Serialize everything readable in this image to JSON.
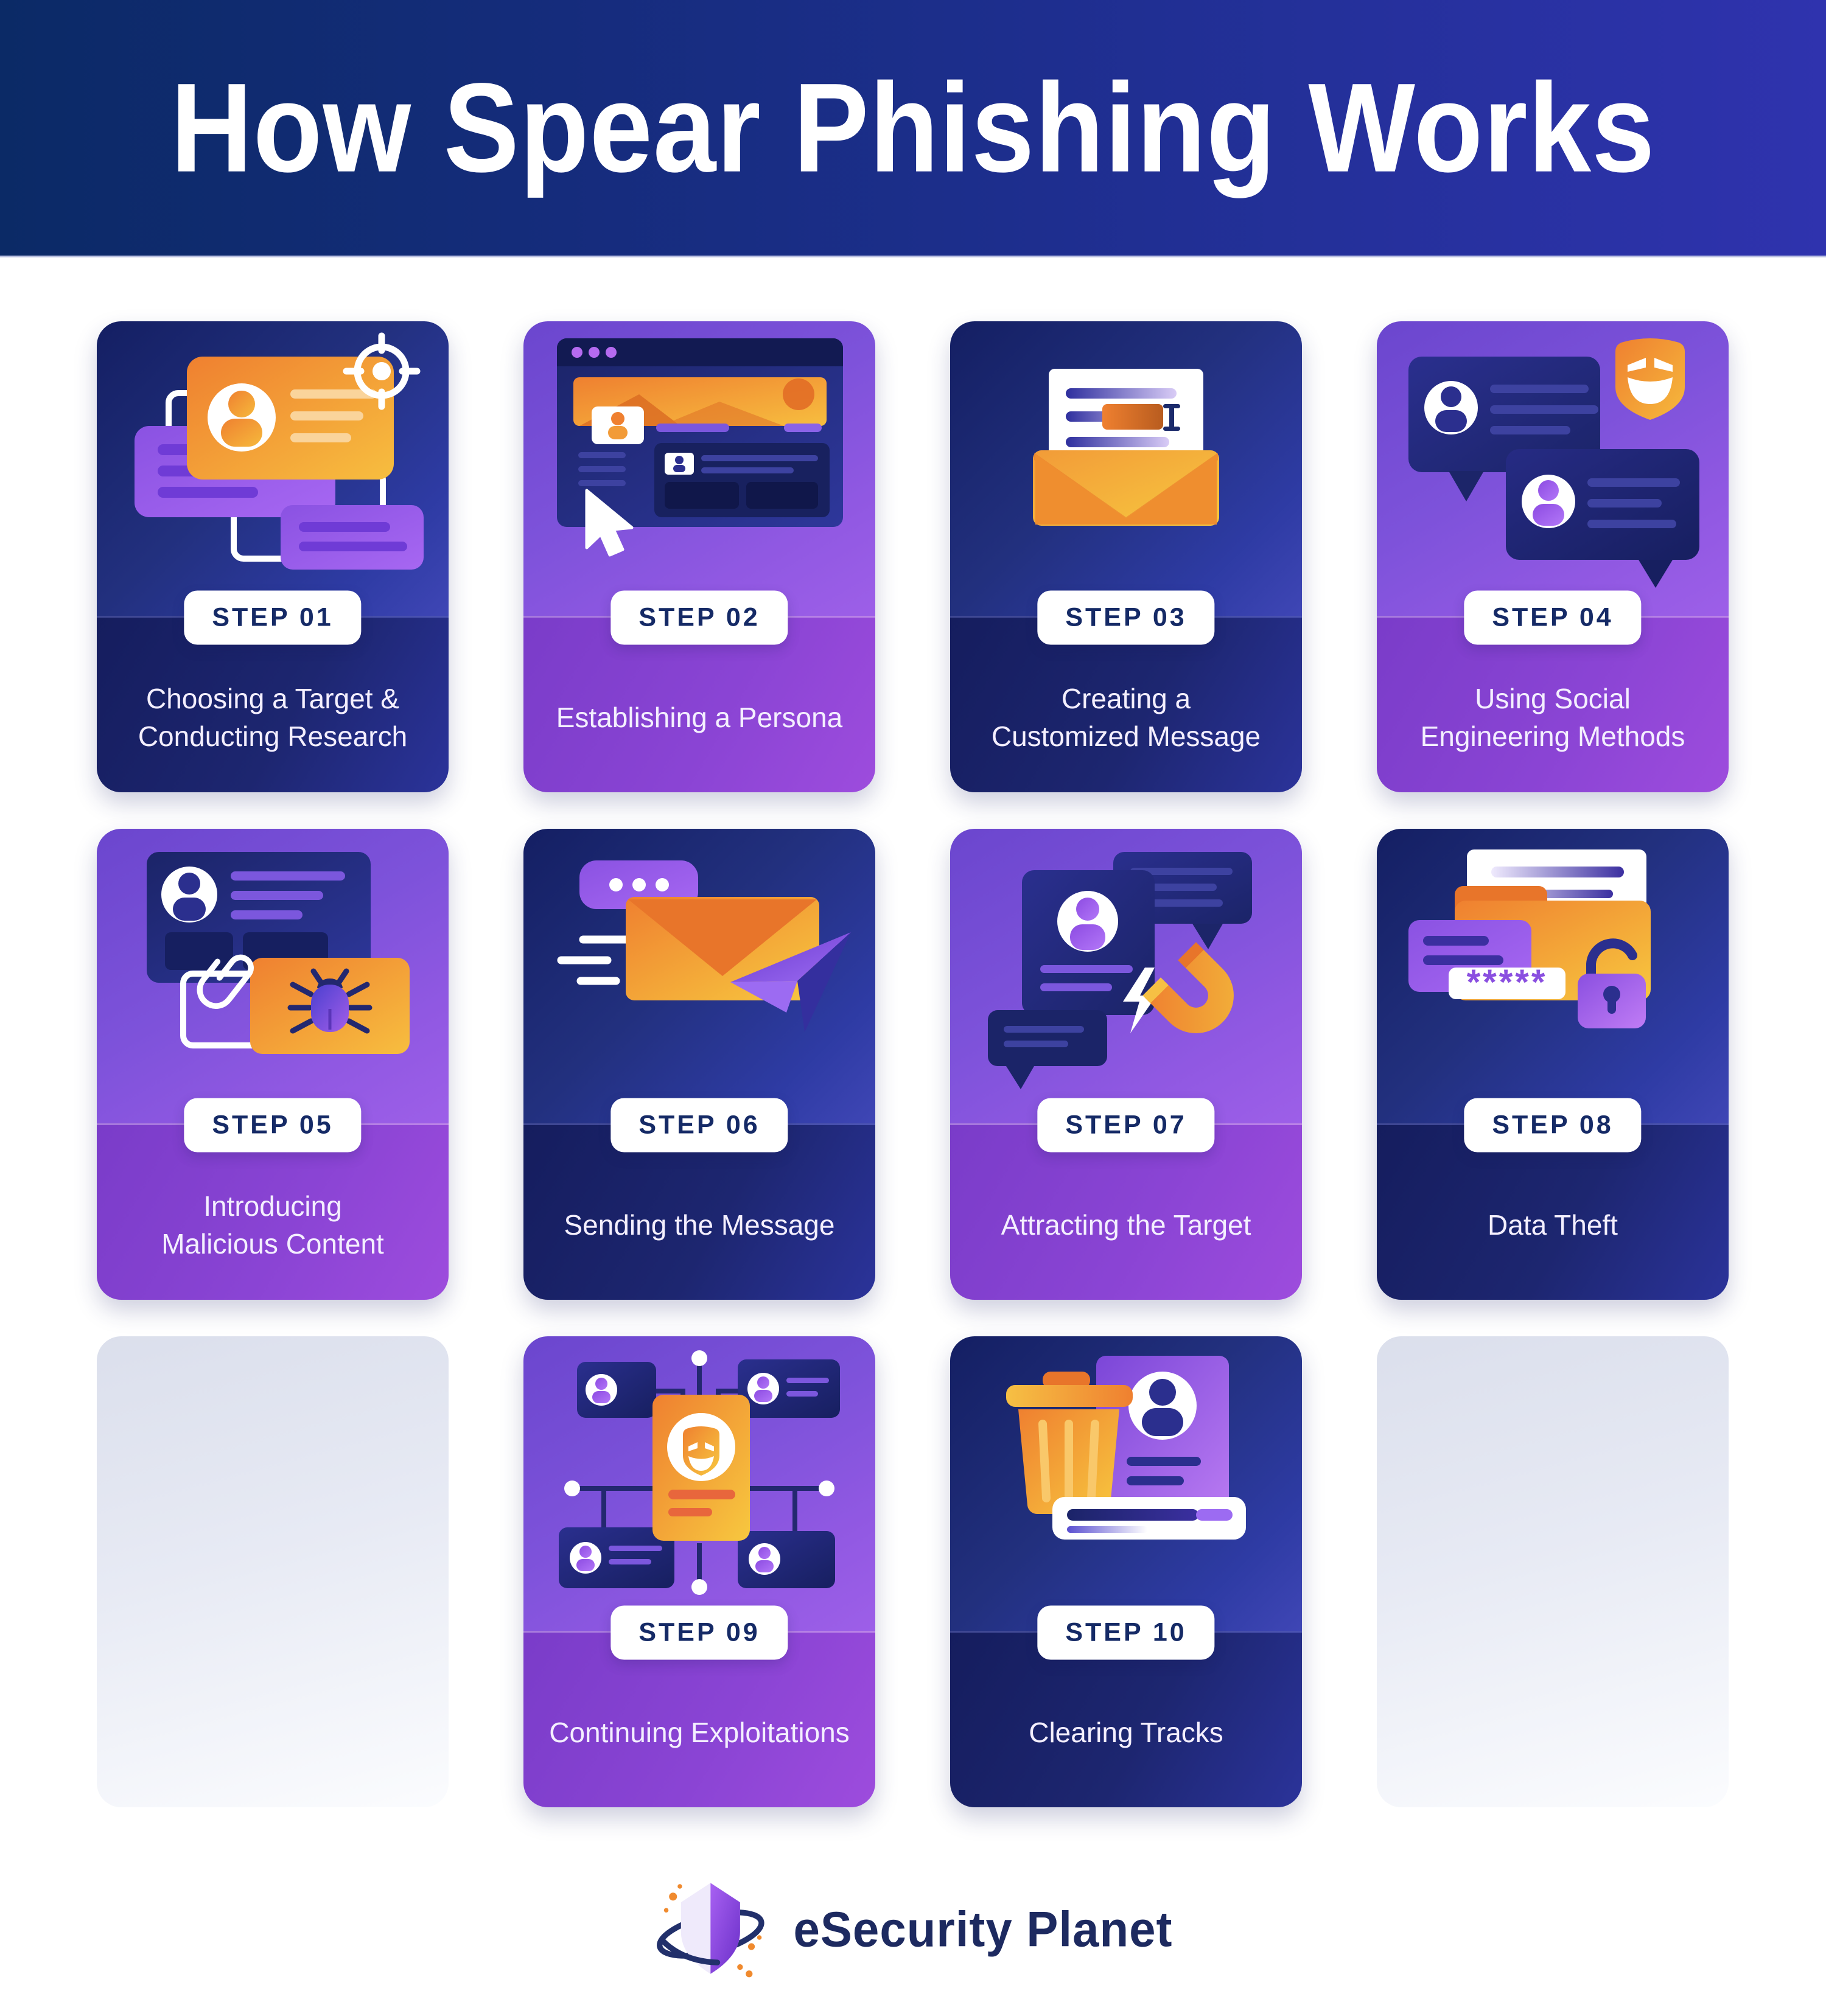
{
  "header": {
    "title": "How Spear Phishing Works"
  },
  "steps": [
    {
      "step_label": "STEP 01",
      "caption": "Choosing a Target & Conducting Research",
      "theme": "dark",
      "icon": "profile-card-crosshair-target"
    },
    {
      "step_label": "STEP 02",
      "caption": "Establishing a Persona",
      "theme": "purple",
      "icon": "browser-profile-cursor"
    },
    {
      "step_label": "STEP 03",
      "caption": "Creating a Customized Message",
      "theme": "dark",
      "icon": "open-envelope-letter-text-cursor"
    },
    {
      "step_label": "STEP 04",
      "caption": "Using Social Engineering Methods",
      "theme": "purple",
      "icon": "chat-bubbles-evil-mask"
    },
    {
      "step_label": "STEP 05",
      "caption": "Introducing Malicious Content",
      "theme": "purple",
      "icon": "attachment-paperclip-bug-malware"
    },
    {
      "step_label": "STEP 06",
      "caption": "Sending the Message",
      "theme": "dark",
      "icon": "envelope-paper-plane-send"
    },
    {
      "step_label": "STEP 07",
      "caption": "Attracting the Target",
      "theme": "purple",
      "icon": "magnet-lightning-profile"
    },
    {
      "step_label": "STEP 08",
      "caption": "Data Theft",
      "theme": "dark",
      "icon": "folder-password-open-padlock",
      "password_mask": "*****"
    },
    {
      "step_label": "STEP 09",
      "caption": "Continuing Exploitations",
      "theme": "purple",
      "icon": "network-nodes-evil-mask"
    },
    {
      "step_label": "STEP 10",
      "caption": "Clearing Tracks",
      "theme": "dark",
      "icon": "trash-can-profile-document"
    }
  ],
  "footer": {
    "brand": "eSecurity Planet"
  },
  "colors": {
    "banner_gradient_left": "#0b2a66",
    "banner_gradient_right": "#2f33ae",
    "dark_card_top": "#141f63",
    "dark_card_bottom": "#3f46b5",
    "dark_caption": "#1d2670",
    "purple_card_top": "#6b46ce",
    "purple_card_bottom": "#9d5fe8",
    "purple_caption": "#8a44d4",
    "accent_orange": "#ef8030",
    "accent_orange_light": "#f7be3f",
    "badge_text": "#152a66",
    "caption_text": "#f4efff",
    "brand_text": "#1d2a60"
  }
}
